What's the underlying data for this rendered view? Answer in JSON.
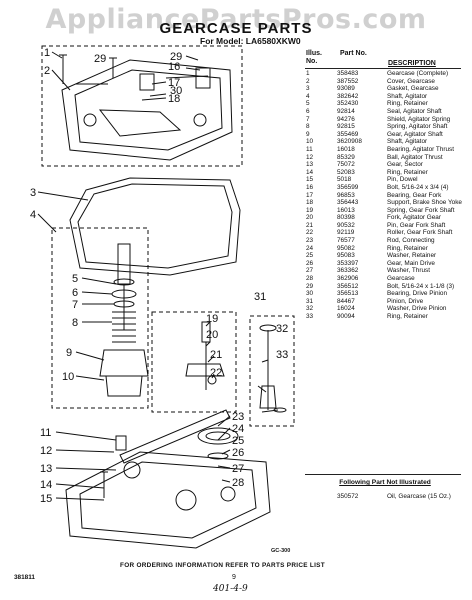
{
  "watermark": "AppliancePartsPros.com",
  "title": "GEARCASE PARTS",
  "model_line": "For Model: LA6580XKW0",
  "table": {
    "headers": {
      "illus": "Illus. No.",
      "part": "Part No.",
      "desc": "DESCRIPTION"
    },
    "rows": [
      {
        "illus": "1",
        "part": "358483",
        "desc": "Gearcase (Complete)"
      },
      {
        "illus": "2",
        "part": "387552",
        "desc": "Cover, Gearcase"
      },
      {
        "illus": "3",
        "part": "93089",
        "desc": "Gasket, Gearcase"
      },
      {
        "illus": "4",
        "part": "382642",
        "desc": "Shaft, Agitator"
      },
      {
        "illus": "5",
        "part": "352430",
        "desc": "Ring, Retainer"
      },
      {
        "illus": "6",
        "part": "92814",
        "desc": "Seal, Agitator Shaft"
      },
      {
        "illus": "7",
        "part": "94276",
        "desc": "Shield, Agitator Spring"
      },
      {
        "illus": "8",
        "part": "92815",
        "desc": "Spring, Agitator Shaft"
      },
      {
        "illus": "9",
        "part": "355469",
        "desc": "Gear, Agitator Shaft"
      },
      {
        "illus": "10",
        "part": "3620908",
        "desc": "Shaft, Agitator"
      },
      {
        "illus": "11",
        "part": "16018",
        "desc": "Bearing, Agitator Thrust"
      },
      {
        "illus": "12",
        "part": "85329",
        "desc": "Ball, Agitator Thrust"
      },
      {
        "illus": "13",
        "part": "75072",
        "desc": "Gear, Sector"
      },
      {
        "illus": "14",
        "part": "52083",
        "desc": "Ring, Retainer"
      },
      {
        "illus": "15",
        "part": "5018",
        "desc": "Pin, Dowel"
      },
      {
        "illus": "16",
        "part": "356599",
        "desc": "Bolt, 5/16-24 x 3/4 (4)"
      },
      {
        "illus": "17",
        "part": "96853",
        "desc": "Bearing, Gear Fork"
      },
      {
        "illus": "18",
        "part": "356443",
        "desc": "Support, Brake Shoe Yoke"
      },
      {
        "illus": "19",
        "part": "16013",
        "desc": "Spring, Gear Fork Shaft"
      },
      {
        "illus": "20",
        "part": "80398",
        "desc": "Fork, Agitator Gear"
      },
      {
        "illus": "21",
        "part": "90532",
        "desc": "Pin, Gear Fork Shaft"
      },
      {
        "illus": "22",
        "part": "92119",
        "desc": "Roller, Gear Fork Shaft"
      },
      {
        "illus": "23",
        "part": "76577",
        "desc": "Rod, Connecting"
      },
      {
        "illus": "24",
        "part": "95082",
        "desc": "Ring, Retainer"
      },
      {
        "illus": "25",
        "part": "95083",
        "desc": "Washer, Retainer"
      },
      {
        "illus": "26",
        "part": "353397",
        "desc": "Gear, Main Drive"
      },
      {
        "illus": "27",
        "part": "363362",
        "desc": "Washer, Thrust"
      },
      {
        "illus": "28",
        "part": "362906",
        "desc": "Gearcase"
      },
      {
        "illus": "29",
        "part": "356512",
        "desc": "Bolt, 5/16-24 x 1-1/8 (3)"
      },
      {
        "illus": "30",
        "part": "356513",
        "desc": "Bearing, Drive Pinion"
      },
      {
        "illus": "31",
        "part": "84467",
        "desc": "Pinion, Drive"
      },
      {
        "illus": "32",
        "part": "16024",
        "desc": "Washer, Drive Pinion"
      },
      {
        "illus": "33",
        "part": "90094",
        "desc": "Ring, Retainer"
      }
    ],
    "not_illustrated_heading": "Following Part Not Illustrated",
    "not_illustrated": [
      {
        "part": "350572",
        "desc": "Oil, Gearcase (15 Oz.)"
      }
    ]
  },
  "callouts": {
    "c1": "1",
    "c2": "2",
    "c3": "3",
    "c4": "4",
    "c5": "5",
    "c6": "6",
    "c7": "7",
    "c8": "8",
    "c9": "9",
    "c10": "10",
    "c11": "11",
    "c12": "12",
    "c13": "13",
    "c14": "14",
    "c15": "15",
    "c16": "16",
    "c17": "17",
    "c18": "18",
    "c19": "19",
    "c20": "20",
    "c21": "21",
    "c22": "22",
    "c23": "23",
    "c24": "24",
    "c25": "25",
    "c26": "26",
    "c27": "27",
    "c28": "28",
    "c29a": "29",
    "c29b": "29",
    "c30": "30",
    "c31": "31",
    "c32": "32",
    "c33": "33"
  },
  "diagram_code": "GC-300",
  "footer": "FOR ORDERING INFORMATION REFER TO PARTS PRICE LIST",
  "doc_number": "381811",
  "page_number": "9",
  "handwritten_note": "401-4-9"
}
